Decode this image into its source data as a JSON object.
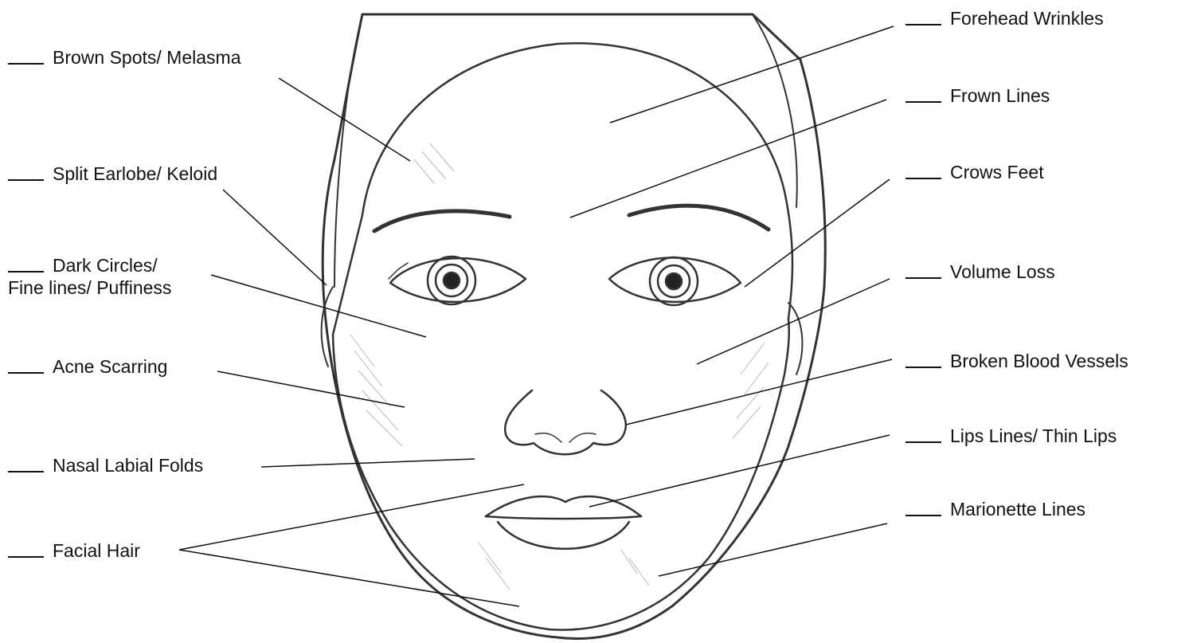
{
  "labels": {
    "brown_spots": {
      "blank": "___",
      "text": "Brown Spots/ Melasma"
    },
    "split_earlobe": {
      "blank": "___",
      "text": "Split Earlobe/ Keloid"
    },
    "dark_circles": {
      "blank": "___",
      "text": "Dark Circles/",
      "text2": "Fine lines/ Puffiness"
    },
    "acne_scarring": {
      "blank": "___",
      "text": "Acne Scarring"
    },
    "nasal_labial": {
      "blank": "___",
      "text": "Nasal Labial Folds"
    },
    "facial_hair": {
      "blank": "___",
      "text": "Facial Hair"
    },
    "forehead_wrinkles": {
      "blank": "___",
      "text": "Forehead Wrinkles"
    },
    "frown_lines": {
      "blank": "___",
      "text": "Frown Lines"
    },
    "crows_feet": {
      "blank": "___",
      "text": "Crows Feet"
    },
    "volume_loss": {
      "blank": "___",
      "text": "Volume Loss"
    },
    "broken_vessels": {
      "blank": "___",
      "text": "Broken Blood Vessels"
    },
    "lips_lines": {
      "blank": "___",
      "text": "Lips Lines/ Thin Lips"
    },
    "marionette": {
      "blank": "___",
      "text": "Marionette Lines"
    }
  }
}
